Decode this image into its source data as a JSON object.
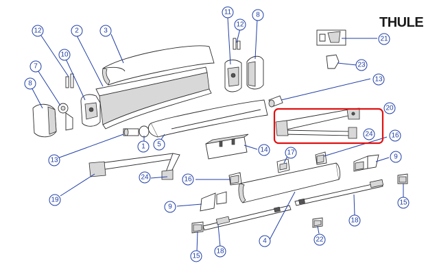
{
  "brand": {
    "logo_text": "THULE"
  },
  "colors": {
    "callout": "#1f3ea6",
    "highlight": "#e01010",
    "line": "#2b2b2b"
  },
  "callouts": [
    {
      "id": "c12a",
      "label": "12"
    },
    {
      "id": "c2",
      "label": "2"
    },
    {
      "id": "c3",
      "label": "3"
    },
    {
      "id": "c11",
      "label": "11"
    },
    {
      "id": "c12b",
      "label": "12"
    },
    {
      "id": "c8a",
      "label": "8"
    },
    {
      "id": "c21",
      "label": "21"
    },
    {
      "id": "c23",
      "label": "23"
    },
    {
      "id": "c7",
      "label": "7"
    },
    {
      "id": "c10",
      "label": "10"
    },
    {
      "id": "c8b",
      "label": "8"
    },
    {
      "id": "c13a",
      "label": "13"
    },
    {
      "id": "c20",
      "label": "20"
    },
    {
      "id": "c24a",
      "label": "24"
    },
    {
      "id": "c13b",
      "label": "13"
    },
    {
      "id": "c1",
      "label": "1"
    },
    {
      "id": "c5",
      "label": "5"
    },
    {
      "id": "c14",
      "label": "14"
    },
    {
      "id": "c17",
      "label": "17"
    },
    {
      "id": "c16a",
      "label": "16"
    },
    {
      "id": "c9a",
      "label": "9"
    },
    {
      "id": "c24b",
      "label": "24"
    },
    {
      "id": "c19",
      "label": "19"
    },
    {
      "id": "c16b",
      "label": "16"
    },
    {
      "id": "c9b",
      "label": "9"
    },
    {
      "id": "c4",
      "label": "4"
    },
    {
      "id": "c15a",
      "label": "15"
    },
    {
      "id": "c18a",
      "label": "18"
    },
    {
      "id": "c22",
      "label": "22"
    },
    {
      "id": "c18b",
      "label": "18"
    },
    {
      "id": "c15b",
      "label": "15"
    }
  ]
}
